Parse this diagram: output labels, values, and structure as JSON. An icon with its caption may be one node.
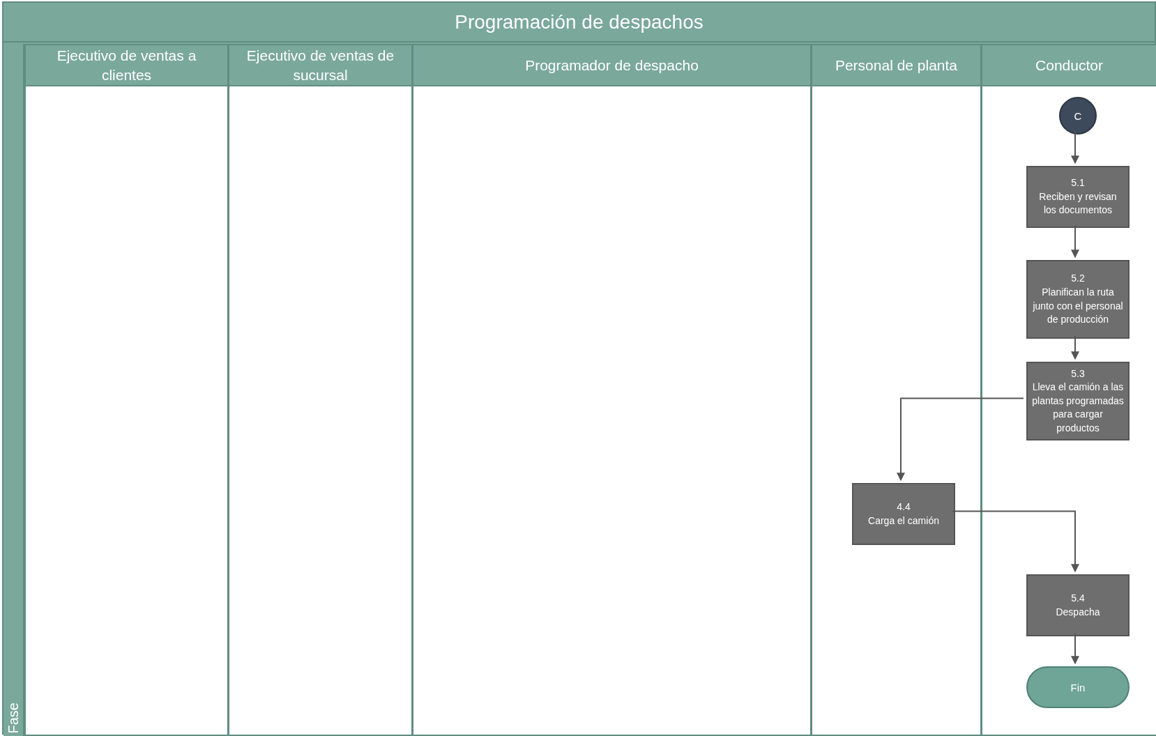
{
  "diagram": {
    "nodes": [
      {
        "text": [
          "Programación de despachos"
        ]
      },
      {
        "text": [
          "Fase"
        ],
        "in": 0
      },
      {
        "text": [
          "Ejecutivo de ventas a clientes"
        ],
        "in": 0
      },
      {
        "text": [
          "Ejecutivo de ventas de sucursal"
        ],
        "in": 0
      },
      {
        "text": [
          "Programador de despacho"
        ],
        "in": 0
      },
      {
        "text": [
          "Personal de planta"
        ],
        "in": 0
      },
      {
        "text": [
          "Conductor"
        ],
        "in": 0
      },
      {
        "text": [
          "C"
        ],
        "in": 6
      },
      {
        "text": [
          "5.1",
          "Reciben y revisan los documentos"
        ],
        "in": 6
      },
      {
        "text": [
          "5.2",
          "Planifican la ruta junto con el personal de producción"
        ],
        "in": 6
      },
      {
        "text": [
          "5.3",
          "Lleva el camión a las plantas programadas para cargar productos"
        ],
        "in": 6
      },
      {
        "text": [
          "4.4",
          "Carga el camión"
        ],
        "in": 5
      },
      {
        "text": [
          "5.4",
          "Despacha"
        ],
        "in": 6
      },
      {
        "text": [
          "Fin"
        ],
        "in": 6
      }
    ],
    "edges": [
      {
        "from": 7,
        "to": 8,
        "arrow": "to"
      },
      {
        "from": 8,
        "to": 9,
        "arrow": "to"
      },
      {
        "from": 9,
        "to": 10,
        "arrow": "to"
      },
      {
        "from": 10,
        "to": 11,
        "arrow": "to"
      },
      {
        "from": 11,
        "to": 12,
        "arrow": "to"
      },
      {
        "from": 12,
        "to": 13,
        "arrow": "to"
      }
    ]
  }
}
